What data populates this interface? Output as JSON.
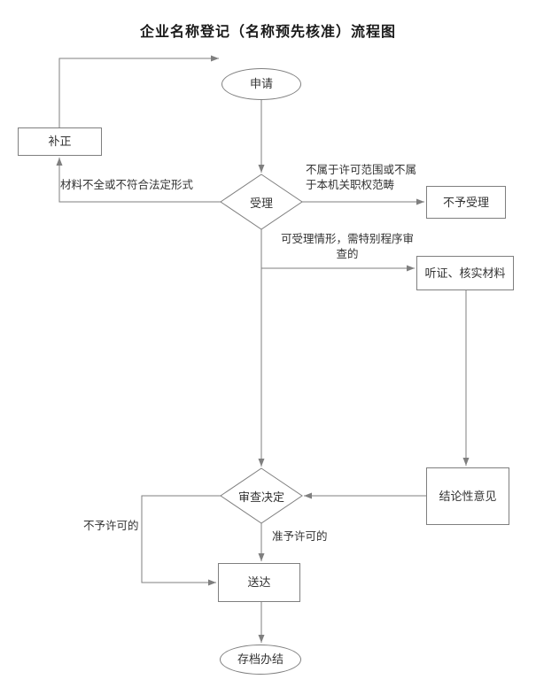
{
  "title": "企业名称登记（名称预先核准）流程图",
  "nodes": {
    "apply": "申请",
    "correction": "补正",
    "acceptance": "受理",
    "reject": "不予受理",
    "hearing": "听证、核实材料",
    "conclusion": "结论性意见",
    "decision": "审查决定",
    "delivery": "送达",
    "archive": "存档办结"
  },
  "edge_labels": {
    "incomplete": "材料不全或不符合法定形式",
    "out_of_scope": "不属于许可范围或不属\n于本机关职权范畴",
    "special_review": "可受理情形，需特别程序审\n查的",
    "not_permitted": "不予许可的",
    "permitted": "准予许可的"
  },
  "colors": {
    "line": "#7f7f7f",
    "node_border": "#7f7f7f",
    "node_fill": "#ffffff",
    "text": "#333333",
    "background": "#ffffff"
  }
}
